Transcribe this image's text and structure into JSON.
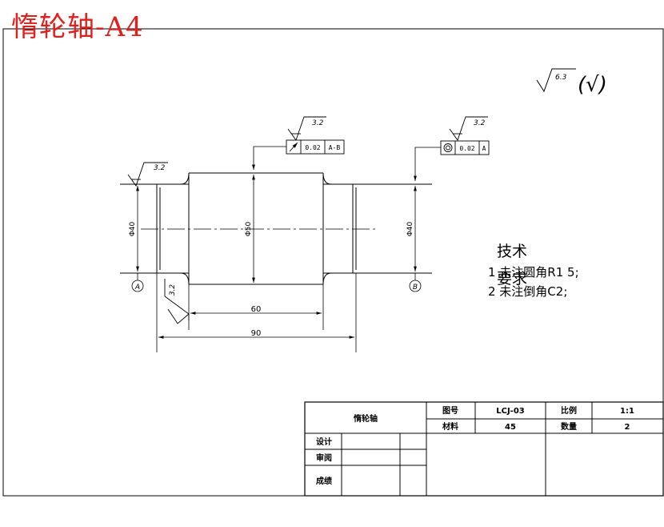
{
  "page_title": "惰轮轴-A4",
  "surface_finish": {
    "general_value": "6.3",
    "general_suffix": "(√)",
    "left_shaft_end": "3.2",
    "runout_callout": "3.2",
    "coaxiality_callout": "3.2",
    "shoulder_face": "3.2"
  },
  "tolerance_frames": {
    "runout": {
      "value": "0.02",
      "datum": "A-B"
    },
    "coaxiality": {
      "value": "0.02",
      "datum": "A"
    }
  },
  "datums": {
    "left": "A",
    "right": "B"
  },
  "dimensions": {
    "left_diameter": "Φ40",
    "middle_diameter": "Φ50",
    "right_diameter": "Φ40",
    "middle_length": "60",
    "total_length": "90"
  },
  "technical_requirements": {
    "title_line1": "技术",
    "title_line2": "要求",
    "items": [
      "1  未注圆角R1  5;",
      "2  未注倒角C2;"
    ]
  },
  "title_block": {
    "part_name": "惰轮轴",
    "drawing_no_label": "图号",
    "drawing_no": "LCJ-03",
    "scale_label": "比例",
    "scale": "1:1",
    "material_label": "材料",
    "material": "45",
    "quantity_label": "数量",
    "quantity": "2",
    "design_label": "设计",
    "review_label": "审阅",
    "grade_label": "成绩"
  }
}
